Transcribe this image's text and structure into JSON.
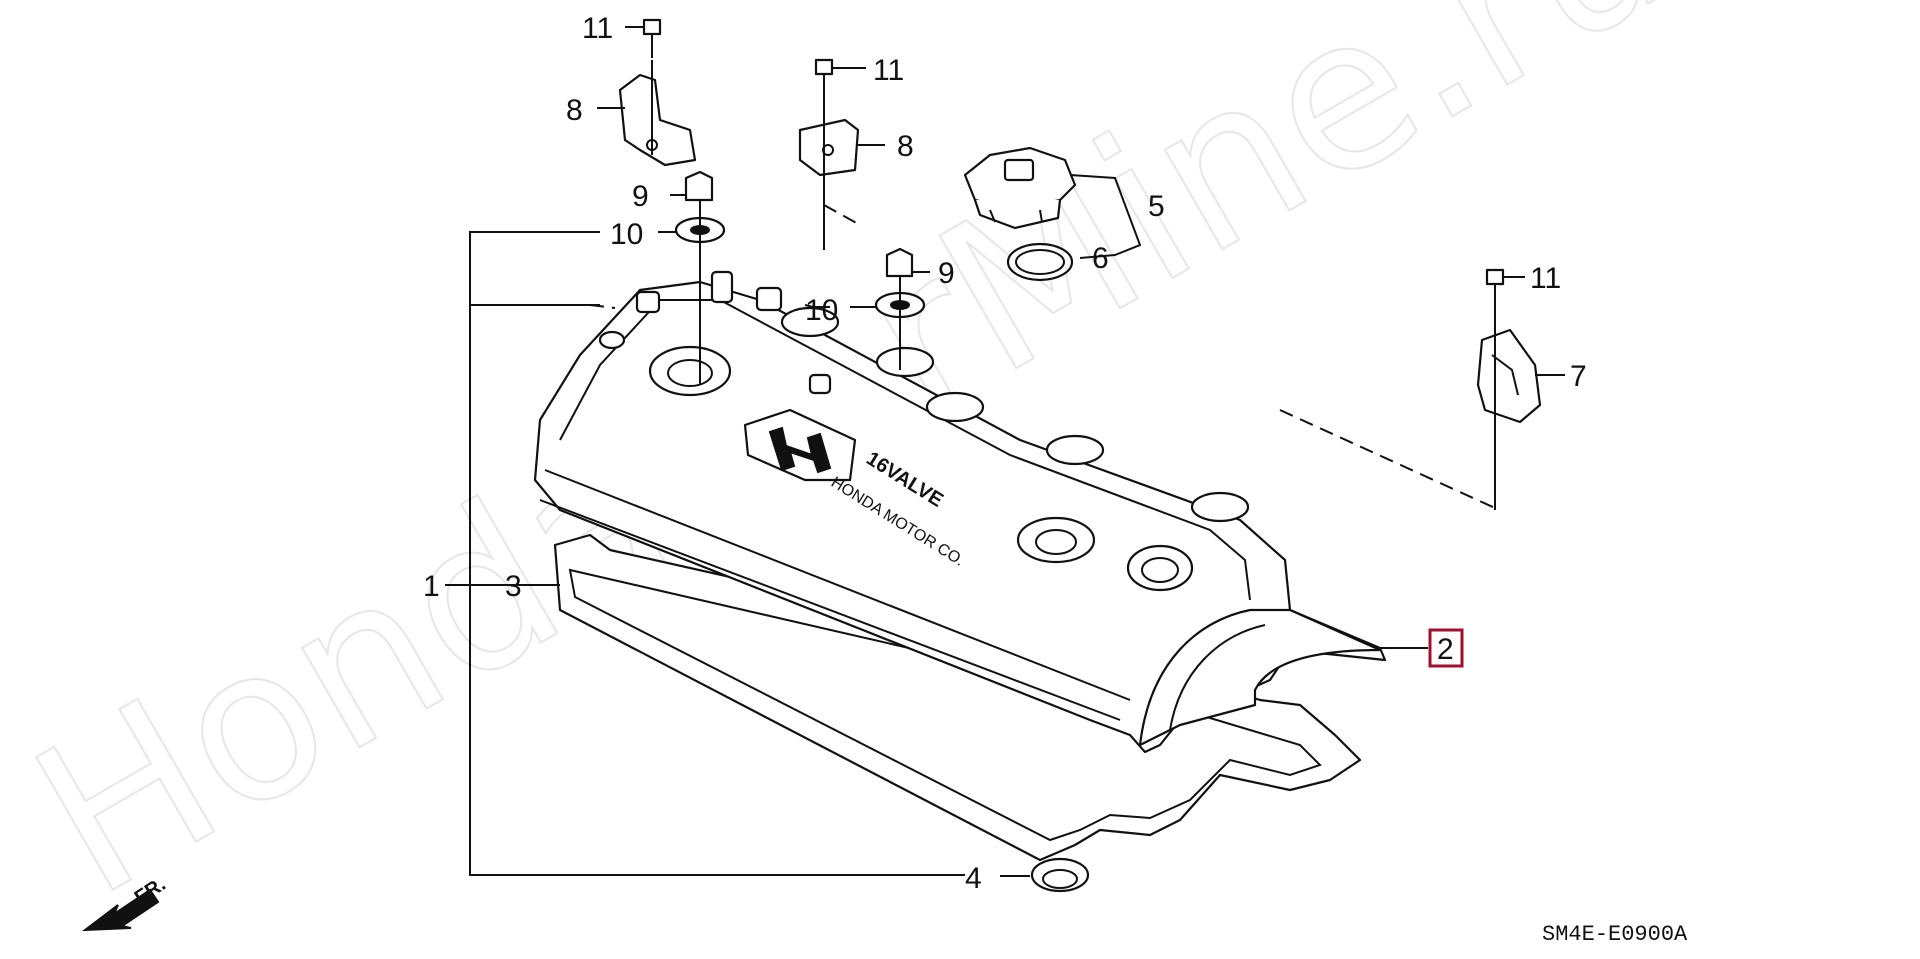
{
  "watermark": "HondaCarMine.ru",
  "diagram_code": "SM4E-E0900A",
  "direction_label": "FR.",
  "cover_embossed": {
    "valve_text": "16VALVE",
    "maker_text": "HONDA MOTOR CO."
  },
  "highlight_color": "#a0102a",
  "labels": {
    "p1": "1",
    "p2": "2",
    "p3": "3",
    "p4": "4",
    "p5": "5",
    "p6": "6",
    "p7": "7",
    "p8a": "8",
    "p8b": "8",
    "p9a": "9",
    "p9b": "9",
    "p10a": "10",
    "p10b": "10",
    "p11a": "11",
    "p11b": "11",
    "p11c": "11"
  }
}
